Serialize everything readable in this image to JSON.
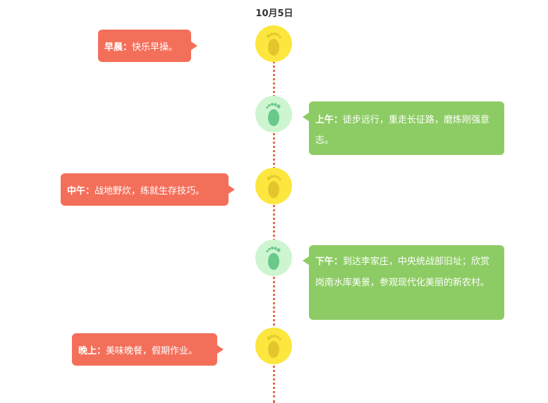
{
  "timeline": {
    "date": "10月5日",
    "colors": {
      "line": "#e56b50",
      "yellow_node": "#fde63d",
      "yellow_foot": "#e3c62d",
      "green_node": "#cdf5cf",
      "green_foot": "#68c98b",
      "left_bubble": "#f46f5a",
      "right_bubble": "#8dcc64"
    },
    "events": [
      {
        "label": "早晨：",
        "text": "快乐早操。",
        "node_icon": "footprint-icon"
      },
      {
        "label": "上午：",
        "text": "徒步远行，重走长征路，磨炼刚强意志。",
        "node_icon": "footprint-icon"
      },
      {
        "label": "中午：",
        "text": "战地野炊，练就生存技巧。",
        "node_icon": "footprint-icon"
      },
      {
        "label": "下午：",
        "text": "到达李家庄，中央统战部旧址；欣赏岗南水库美景，参观现代化美丽的新农村。",
        "node_icon": "footprint-icon"
      },
      {
        "label": "晚上：",
        "text": "美味晚餐，假期作业。",
        "node_icon": "footprint-icon"
      }
    ]
  }
}
